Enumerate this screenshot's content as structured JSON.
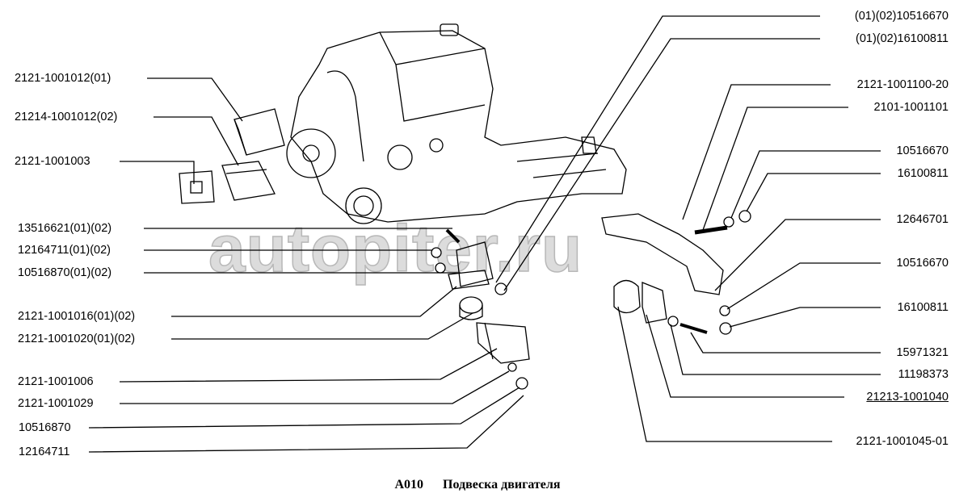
{
  "watermark": "autopiter.ru",
  "caption": {
    "code": "A010",
    "title": "Подвеска двигателя"
  },
  "left_labels": [
    "2121-1001012(01)",
    "21214-1001012(02)",
    "2121-1001003",
    "13516621(01)(02)",
    "12164711(01)(02)",
    "10516870(01)(02)",
    "2121-1001016(01)(02)",
    "2121-1001020(01)(02)",
    "2121-1001006",
    "2121-1001029",
    "10516870",
    "12164711"
  ],
  "right_labels": [
    "(01)(02)10516670",
    "(01)(02)16100811",
    "2121-1001100-20",
    "2101-1001101",
    "10516670",
    "16100811",
    "12646701",
    "10516670",
    "16100811",
    "15971321",
    "11198373",
    "21213-1001040",
    "2121-1001045-01"
  ]
}
